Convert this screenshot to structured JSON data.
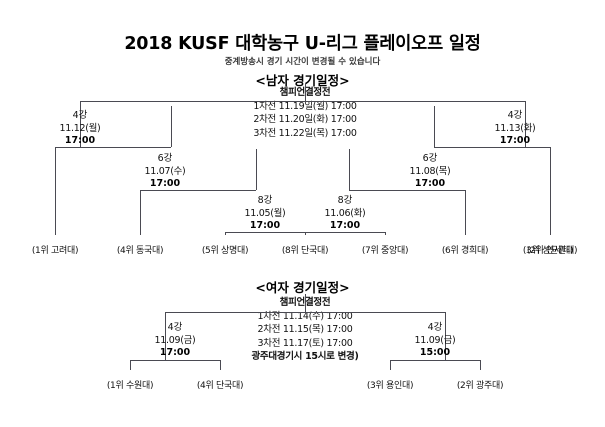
{
  "header": {
    "title": "2018 KUSF 대학농구 U-리그 플레이오프 일정",
    "subtitle": "중계방송시 경기 시간이 변경될 수 있습니다"
  },
  "sections": {
    "men": {
      "heading": "<남자 경기일정>",
      "final": {
        "title": "챔피언결정전",
        "games": [
          "1차전 11.19일(월) 17:00",
          "2차전 11.20일(화) 17:00",
          "3차전 11.22일(목) 17:00"
        ]
      },
      "matches": {
        "semi_left": {
          "round": "4강",
          "date": "11.12(월)",
          "time": "17:00"
        },
        "semi_right": {
          "round": "4강",
          "date": "11.13(화)",
          "time": "17:00"
        },
        "quarter_left": {
          "round": "6강",
          "date": "11.07(수)",
          "time": "17:00"
        },
        "quarter_right": {
          "round": "6강",
          "date": "11.08(목)",
          "time": "17:00"
        },
        "first_left": {
          "round": "8강",
          "date": "11.05(월)",
          "time": "17:00"
        },
        "first_right": {
          "round": "8강",
          "date": "11.06(화)",
          "time": "17:00"
        }
      },
      "teams": [
        "(1위 고려대)",
        "(4위 동국대)",
        "(5위 상명대)",
        "(8위 단국대)",
        "(7위 중앙대)",
        "(6위 경희대)",
        "(3위 성균관대)",
        "(2위 연세대)"
      ]
    },
    "women": {
      "heading": "<여자 경기일정>",
      "final": {
        "title": "챔피언결정전",
        "games": [
          "1차전 11.14(수) 17:00",
          "2차전 11.15(목) 17:00",
          "3차전 11.17(토) 17:00"
        ],
        "note": "광주대경기시 15시로 변경)"
      },
      "matches": {
        "semi_left": {
          "round": "4강",
          "date": "11.09(금)",
          "time": "17:00"
        },
        "semi_right": {
          "round": "4강",
          "date": "11.09(금)",
          "time": "15:00"
        }
      },
      "teams": [
        "(1위 수원대)",
        "(4위 단국대)",
        "(3위 용인대)",
        "(2위 광주대)"
      ]
    }
  },
  "colors": {
    "line": "#4a4a52",
    "text": "#111111",
    "background": "#ffffff"
  }
}
